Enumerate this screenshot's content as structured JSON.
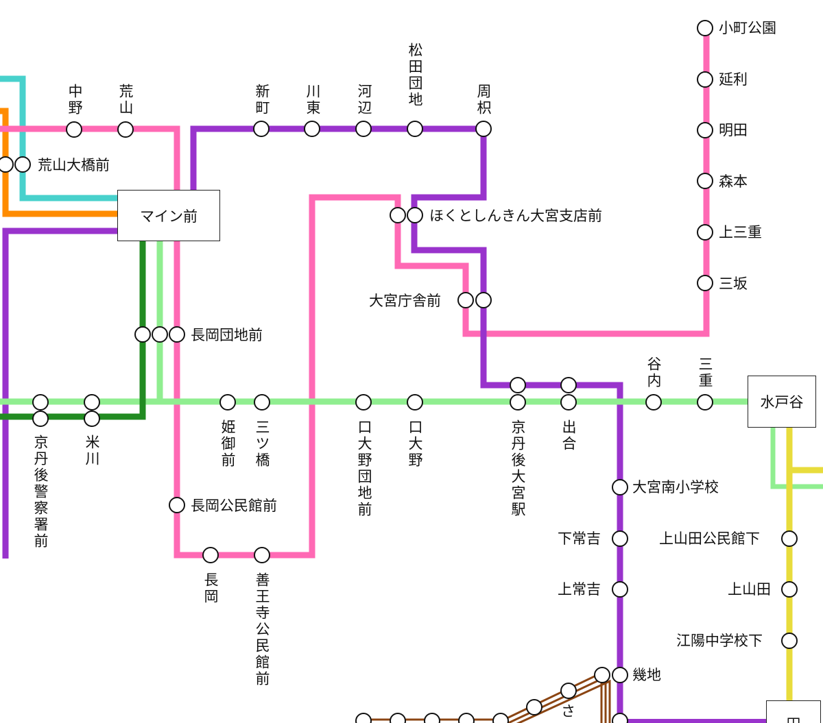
{
  "lines": {
    "pink": "#ff69b4",
    "purple": "#9933cc",
    "lightgreen": "#90ee90",
    "darkgreen": "#228b22",
    "cyan": "#48d1cc",
    "orange": "#ff8c00",
    "yellow": "#e8dc3c",
    "brown": "#8b4513"
  },
  "hubs": {
    "main": "マイン前",
    "mitoya": "水戸谷",
    "partial": "田"
  },
  "stations": {
    "nakano": "中野",
    "arayama": "荒山",
    "arayama_ohashimae": "荒山大橋前",
    "shinmachi": "新町",
    "kawahigashi": "川東",
    "kawabe": "河辺",
    "matsuda_danchi": "松田団地",
    "shuchi": "周枳",
    "komachi_koen": "小町公園",
    "nobutoshi": "延利",
    "myoden": "明田",
    "morimoto": "森本",
    "kamimie": "上三重",
    "misaka": "三坂",
    "hokuto_shinkin": "ほくとしんきん大宮支店前",
    "omiya_chosha": "大宮庁舎前",
    "nagaoka_danchi": "長岡団地前",
    "keitango_keisatsu": "京丹後警察署前",
    "yonekawa": "米川",
    "himemikae": "姫御前",
    "mitsuhashi": "三ツ橋",
    "guchi_ono_danchi": "口大野団地前",
    "guchi_ono": "口大野",
    "keitango_omiya": "京丹後大宮駅",
    "deai": "出合",
    "taniuchi": "谷内",
    "mie": "三重",
    "nagaoka_kominkan": "長岡公民館前",
    "nagaoka": "長岡",
    "zenno": "善王寺公民館前",
    "omiya_minami": "大宮南小学校",
    "shimotsuneyoshi": "下常吉",
    "kamitsuneyoshi": "上常吉",
    "kamiyamada_kominkan": "上山田公民館下",
    "kamiyamada": "上山田",
    "koyo_chugakko": "江陽中学校下",
    "ikuji": "幾地",
    "sa": "さ"
  }
}
